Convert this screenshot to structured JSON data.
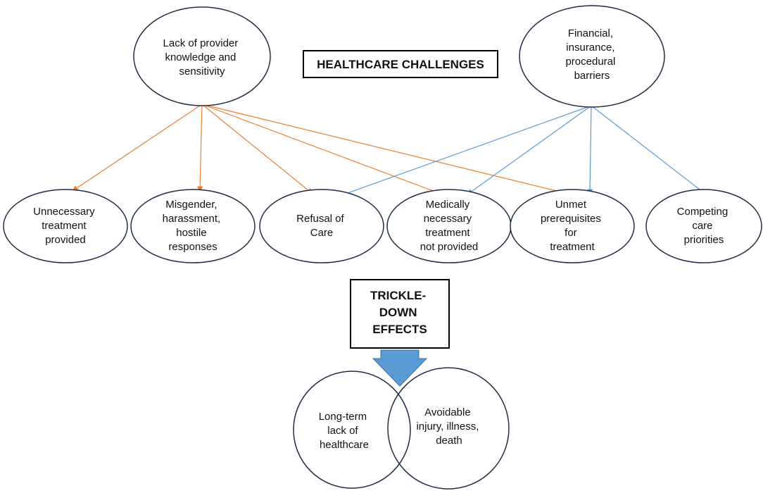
{
  "header": {
    "title": "HEALTHCARE CHALLENGES"
  },
  "sources": [
    {
      "id": "provider",
      "lines": [
        "Lack of provider",
        "knowledge and",
        "sensitivity"
      ]
    },
    {
      "id": "financial",
      "lines": [
        "Financial,",
        "insurance,",
        "procedural",
        "barriers"
      ]
    }
  ],
  "challenges": [
    {
      "id": "unnecessary",
      "lines": [
        "Unnecessary",
        "treatment",
        "provided"
      ]
    },
    {
      "id": "misgender",
      "lines": [
        "Misgender,",
        "harassment,",
        "hostile",
        "responses"
      ]
    },
    {
      "id": "refusal",
      "lines": [
        "Refusal of",
        "Care"
      ]
    },
    {
      "id": "medically",
      "lines": [
        "Medically",
        "necessary",
        "treatment",
        "not provided"
      ]
    },
    {
      "id": "unmet",
      "lines": [
        "Unmet",
        "prerequisites",
        "for",
        "treatment"
      ]
    },
    {
      "id": "competing",
      "lines": [
        "Competing",
        "care",
        "priorities"
      ]
    }
  ],
  "trickle": {
    "lines": [
      "TRICKLE-",
      "DOWN",
      "EFFECTS"
    ]
  },
  "outcomes": [
    {
      "id": "longterm",
      "lines": [
        "Long-term",
        "lack of",
        "healthcare"
      ]
    },
    {
      "id": "avoidable",
      "lines": [
        "Avoidable",
        "injury, illness,",
        "death"
      ]
    }
  ],
  "colors": {
    "provider_arrows": "#ed7d31",
    "financial_arrows": "#5b9bd5",
    "big_arrow": "#5b9bd5",
    "outline": "#1f2a44"
  },
  "links": [
    {
      "from": "provider",
      "to": "unnecessary"
    },
    {
      "from": "provider",
      "to": "misgender"
    },
    {
      "from": "provider",
      "to": "refusal"
    },
    {
      "from": "provider",
      "to": "medically"
    },
    {
      "from": "provider",
      "to": "unmet"
    },
    {
      "from": "financial",
      "to": "refusal"
    },
    {
      "from": "financial",
      "to": "medically"
    },
    {
      "from": "financial",
      "to": "unmet"
    },
    {
      "from": "financial",
      "to": "competing"
    }
  ]
}
